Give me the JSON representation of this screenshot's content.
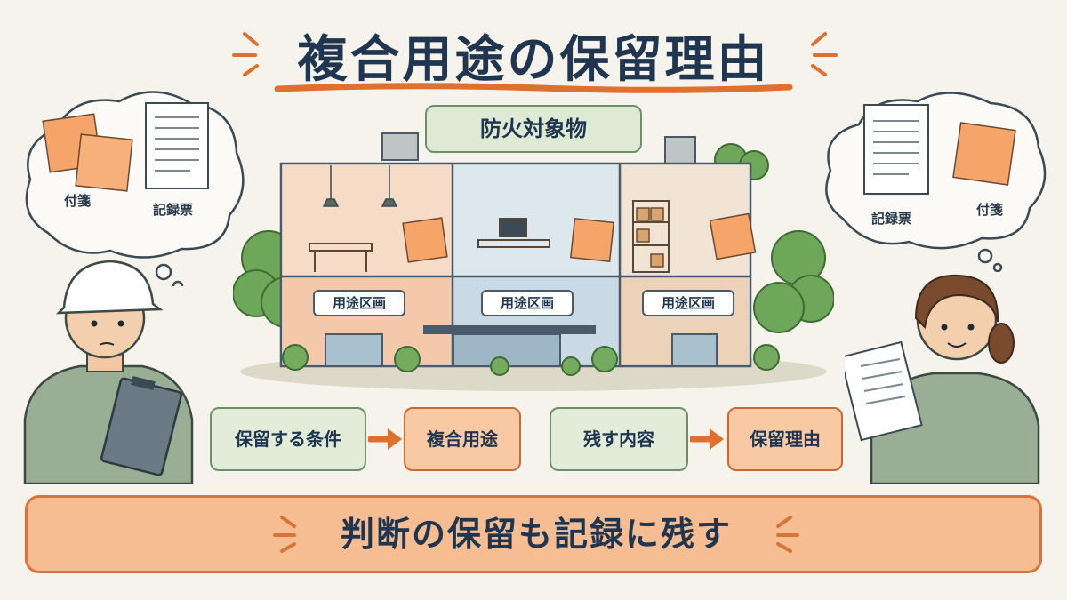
{
  "title": "複合用途の保留理由",
  "building": {
    "tag": "防火対象物",
    "sections": [
      "用途区画",
      "用途区画",
      "用途区画"
    ]
  },
  "left_thought": {
    "items": [
      "付箋",
      "記録票"
    ]
  },
  "right_thought": {
    "items": [
      "記録票",
      "付箋"
    ]
  },
  "flow": [
    {
      "label": "保留する条件",
      "style": "green"
    },
    {
      "label": "複合用途",
      "style": "orange"
    },
    {
      "label": "残す内容",
      "style": "green"
    },
    {
      "label": "保留理由",
      "style": "orange"
    }
  ],
  "banner": "判断の保留も記録に残す",
  "colors": {
    "navy": "#1f3550",
    "orange_accent": "#e0702f",
    "green_box": "#e3ecd9",
    "orange_box": "#f8c9a3",
    "banner": "#f7bd92"
  },
  "icons": [
    "sticky-note-icon",
    "record-sheet-icon",
    "arrow-right-icon",
    "hardhat-worker",
    "clipboard-icon",
    "document-icon"
  ]
}
